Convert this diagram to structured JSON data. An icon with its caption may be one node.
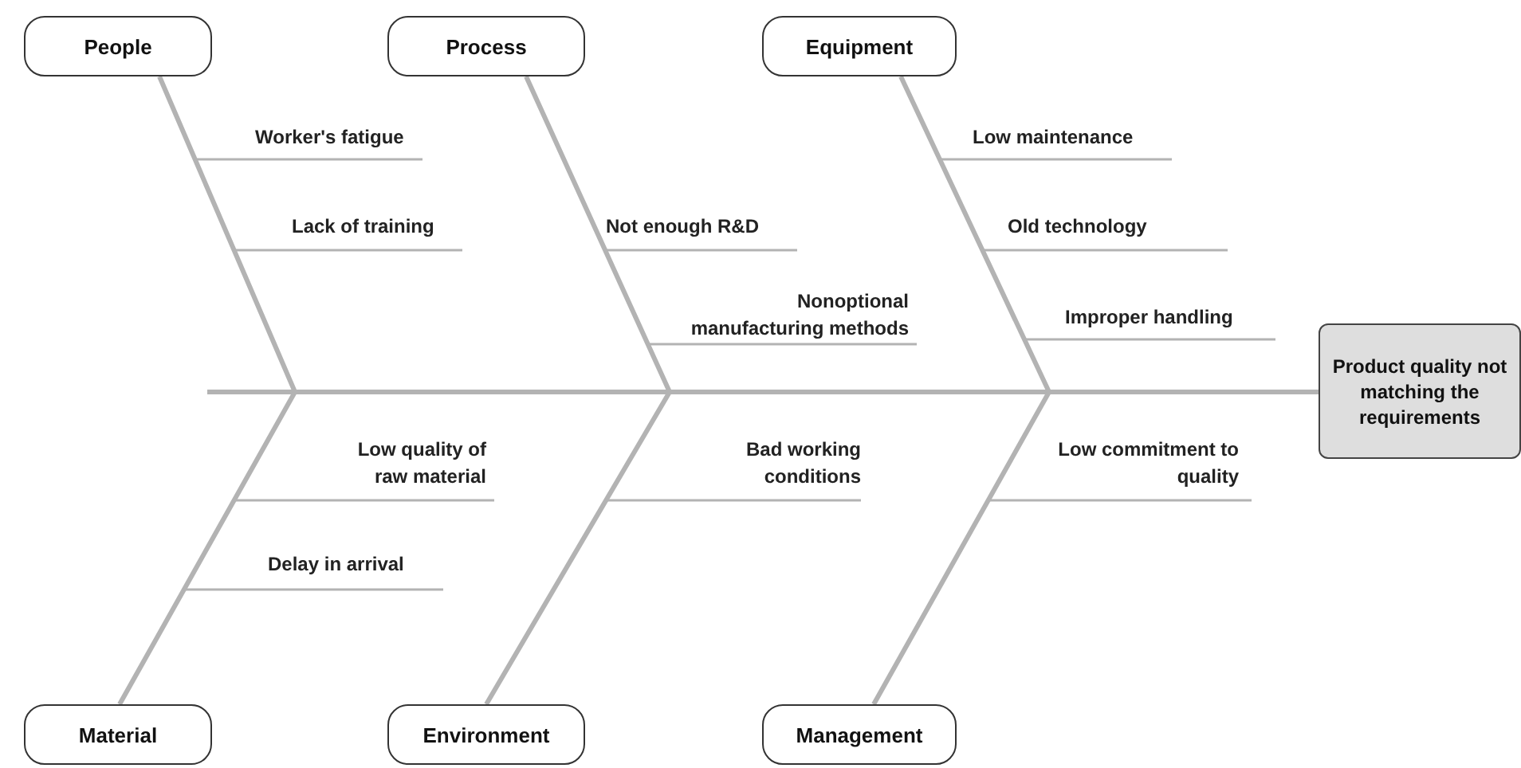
{
  "diagram": {
    "nodes": [
      {
        "text": [
          "People"
        ]
      },
      {
        "text": [
          "Process"
        ]
      },
      {
        "text": [
          "Equipment"
        ]
      },
      {
        "text": [
          "Worker's fatigue"
        ]
      },
      {
        "text": [
          "Low maintenance"
        ]
      },
      {
        "text": [
          "Lack of training"
        ]
      },
      {
        "text": [
          "Not enough R&D"
        ]
      },
      {
        "text": [
          "Old technology"
        ]
      },
      {
        "text": [
          "Nonoptional manufacturing methods"
        ]
      },
      {
        "text": [
          "Improper handling"
        ]
      },
      {
        "text": [
          "Product quality not matching the requirements"
        ]
      },
      {
        "text": [
          "Low quality of raw material"
        ]
      },
      {
        "text": [
          "Bad working conditions"
        ]
      },
      {
        "text": [
          "Low commitment to quality"
        ]
      },
      {
        "text": [
          "Delay in arrival"
        ]
      },
      {
        "text": [
          "Material"
        ]
      },
      {
        "text": [
          "Environment"
        ]
      },
      {
        "text": [
          "Management"
        ]
      }
    ],
    "edges": [
      {
        "from": null,
        "to": 10,
        "arrow": "none",
        "style": "thick"
      },
      {
        "from": 0,
        "to": 10,
        "arrow": "none",
        "style": "thick"
      },
      {
        "from": 1,
        "to": 10,
        "arrow": "none",
        "style": "thick"
      },
      {
        "from": 2,
        "to": 10,
        "arrow": "none",
        "style": "thick"
      },
      {
        "from": 15,
        "to": 10,
        "arrow": "none",
        "style": "thick"
      },
      {
        "from": 16,
        "to": 10,
        "arrow": "none",
        "style": "thick"
      },
      {
        "from": 17,
        "to": 10,
        "arrow": "none",
        "style": "thick"
      },
      {
        "from": 3,
        "to": null,
        "arrow": "none"
      },
      {
        "from": 4,
        "to": null,
        "arrow": "none"
      },
      {
        "from": 5,
        "to": null,
        "arrow": "none"
      },
      {
        "from": 6,
        "to": null,
        "arrow": "none"
      },
      {
        "from": 7,
        "to": null,
        "arrow": "none"
      },
      {
        "from": 8,
        "to": null,
        "arrow": "none"
      },
      {
        "from": 9,
        "to": null,
        "arrow": "none"
      },
      {
        "from": 11,
        "to": null,
        "arrow": "none"
      },
      {
        "from": 12,
        "to": null,
        "arrow": "none"
      },
      {
        "from": 13,
        "to": null,
        "arrow": "none"
      },
      {
        "from": 14,
        "to": null,
        "arrow": "none"
      }
    ]
  }
}
